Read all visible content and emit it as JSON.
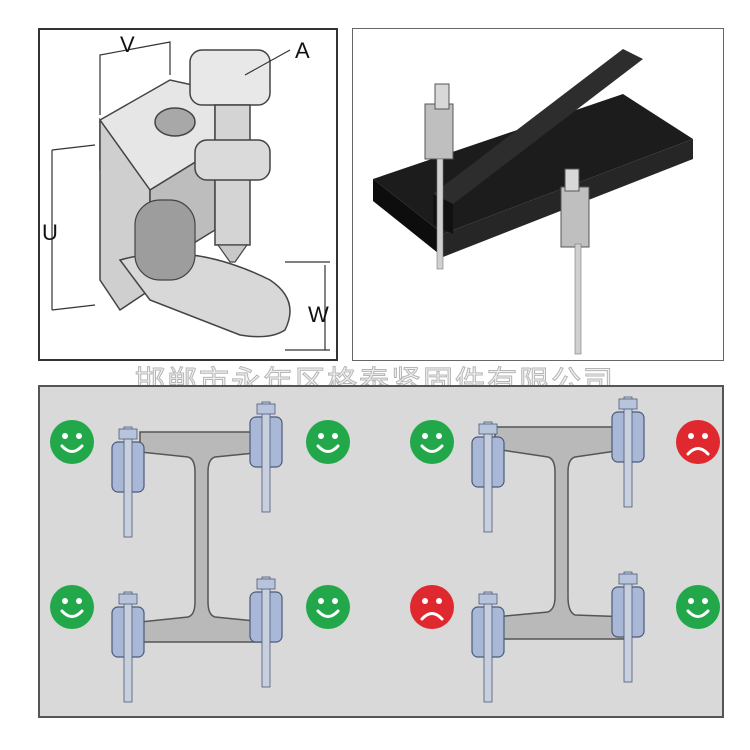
{
  "labels": {
    "a": "A",
    "v": "V",
    "u": "U",
    "w": "W"
  },
  "watermark": "邯郸市永年区格泰紧固件有限公司",
  "usage": {
    "faces": [
      {
        "id": "tl-left",
        "mood": "happy"
      },
      {
        "id": "tl-right",
        "mood": "happy"
      },
      {
        "id": "bl-left",
        "mood": "happy"
      },
      {
        "id": "bl-right",
        "mood": "happy"
      },
      {
        "id": "tr-left",
        "mood": "happy"
      },
      {
        "id": "tr-right",
        "mood": "sad"
      },
      {
        "id": "br-left",
        "mood": "sad"
      },
      {
        "id": "br-right",
        "mood": "happy"
      }
    ],
    "colors": {
      "happy": "#22a84a",
      "sad": "#e0282f",
      "beam": "#b9b9b9",
      "clamp": "#a9b8d6",
      "background": "#d9d9d9"
    }
  }
}
